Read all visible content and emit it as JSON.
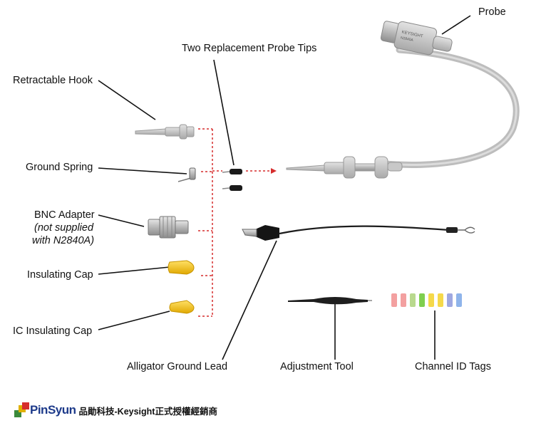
{
  "labels": {
    "probe": "Probe",
    "probe_tips": "Two Replacement Probe Tips",
    "retractable_hook": "Retractable Hook",
    "ground_spring": "Ground Spring",
    "bnc_adapter": "BNC Adapter",
    "bnc_note_1": "(not supplied",
    "bnc_note_2": "with N2840A)",
    "insulating_cap": "Insulating Cap",
    "ic_insulating_cap": "IC Insulating Cap",
    "alligator_lead": "Alligator Ground Lead",
    "adjustment_tool": "Adjustment Tool",
    "channel_id_tags": "Channel ID Tags"
  },
  "brand": {
    "logo_text": "PinSyun",
    "tagline": "品勛科技-Keysight正式授權經銷商"
  },
  "colors": {
    "dashed_connector": "#d62d2d",
    "cap_yellow": "#f2c200",
    "cable_gray": "#bdbdbd",
    "tag_colors": [
      "#f3a0a0",
      "#f3a0a0",
      "#b9d98e",
      "#7fcf4f",
      "#f5d94a",
      "#f5d94a",
      "#9fa8e0",
      "#8fb4ea"
    ]
  }
}
